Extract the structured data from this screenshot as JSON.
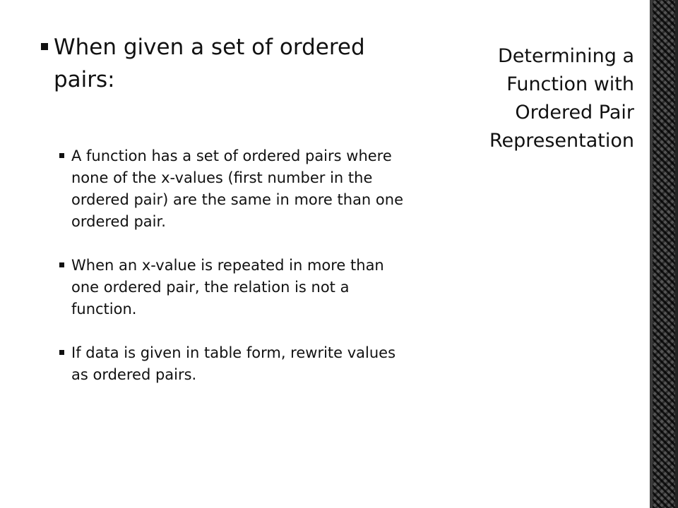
{
  "title": {
    "lines": [
      "Determining a",
      "Function with",
      "Ordered Pair",
      "Representation"
    ]
  },
  "content": {
    "main_point": "When given a set of ordered pairs:",
    "sub_points": [
      "A function has a set of ordered pairs where none of the x-values (first number in the ordered pair) are the same in more than one ordered pair.",
      "When an x-value is repeated in more than one ordered pair, the relation is not a function.",
      "If data is given in table form, rewrite values as ordered pairs."
    ]
  },
  "icons": {
    "bullet": "square-bullet-icon"
  }
}
